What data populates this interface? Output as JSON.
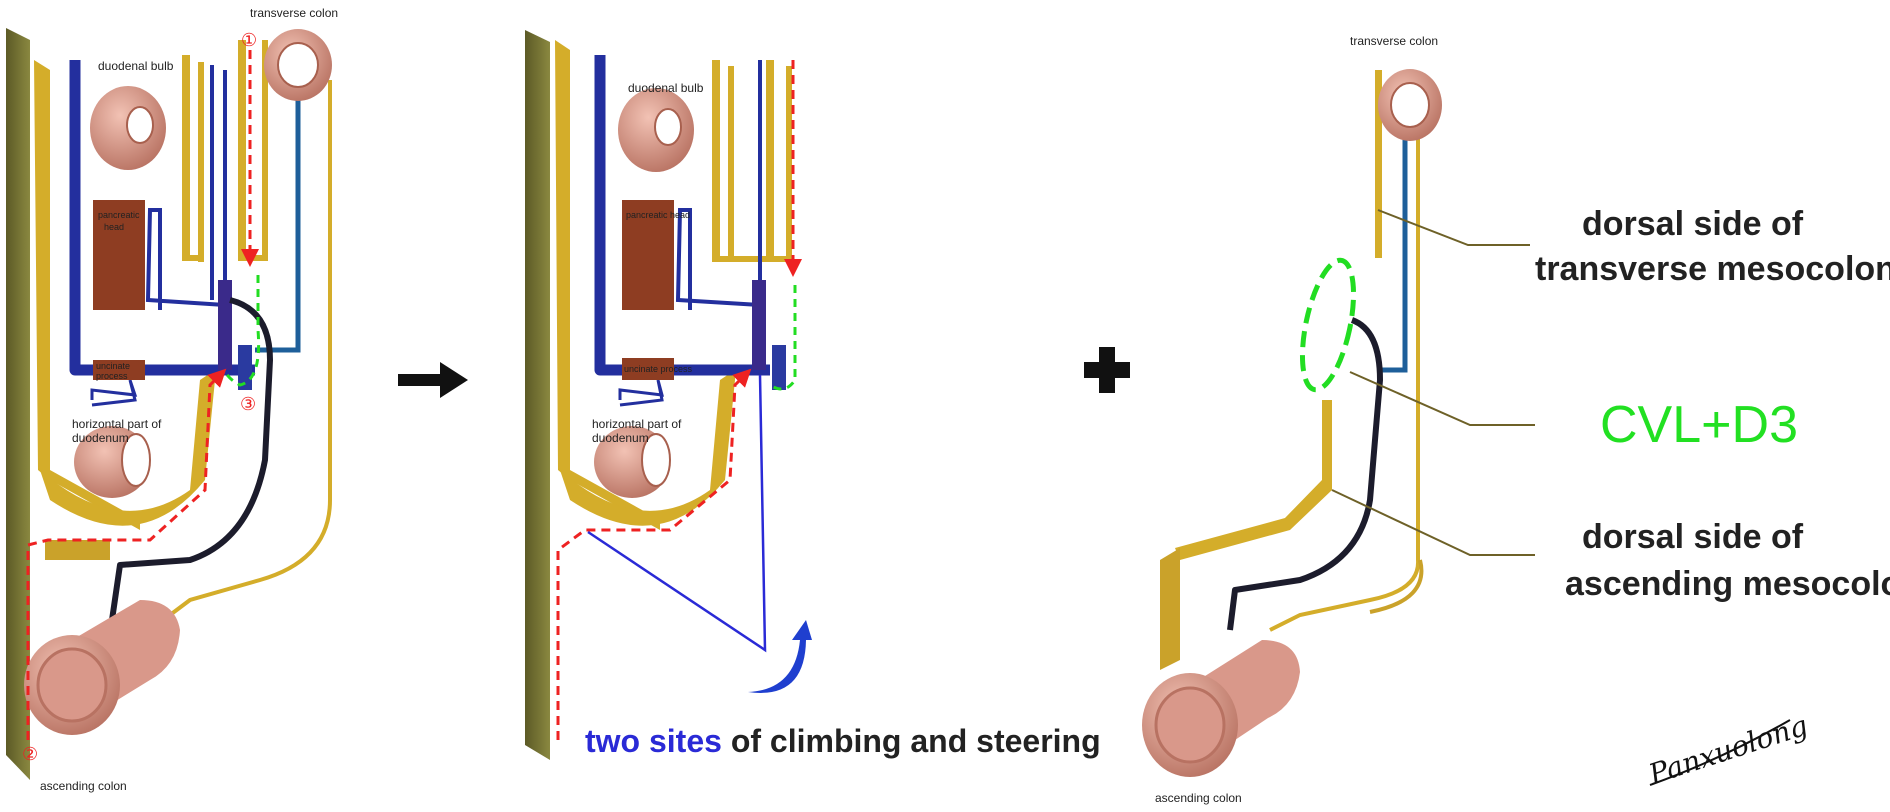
{
  "panel1": {
    "labels": {
      "transverse_colon": "transverse colon",
      "duodenal_bulb": "duodenal bulb",
      "pancreatic_head": "pancreatic head",
      "uncinate_process": "uncinate process",
      "horizontal_duodenum_1": "horizontal part of",
      "horizontal_duodenum_2": "duodenum",
      "ascending_colon": "ascending colon"
    },
    "markers": [
      "①",
      "②",
      "③"
    ]
  },
  "panel2": {
    "labels": {
      "duodenal_bulb": "duodenal bulb",
      "pancreatic_head": "pancreatic head",
      "uncinate_process": "uncinate process",
      "horizontal_duodenum_1": "horizontal part of",
      "horizontal_duodenum_2": "duodenum"
    },
    "caption_highlight": "two sites",
    "caption_rest": " of  climbing and steering"
  },
  "panel3": {
    "labels": {
      "transverse_colon": "transverse colon",
      "ascending_colon": "ascending colon"
    },
    "callouts": {
      "transverse_line1": "dorsal side of",
      "transverse_line2": "transverse mesocolonum",
      "cvl": "CVL+D3",
      "ascending_line1": "dorsal side of",
      "ascending_line2": "ascending mesocolon"
    }
  },
  "signature": "Panxuolong",
  "colors": {
    "fascia_gold": "#d4ad2a",
    "vessel_blue": "#232f9e",
    "vein_black": "#1c1c2c",
    "colon_pink": "#d9988a",
    "pancreas_brown": "#8e3d22",
    "dashed_red": "#ee2222",
    "dashed_green": "#22dd22",
    "highlight_blue": "#2a2ad6"
  }
}
